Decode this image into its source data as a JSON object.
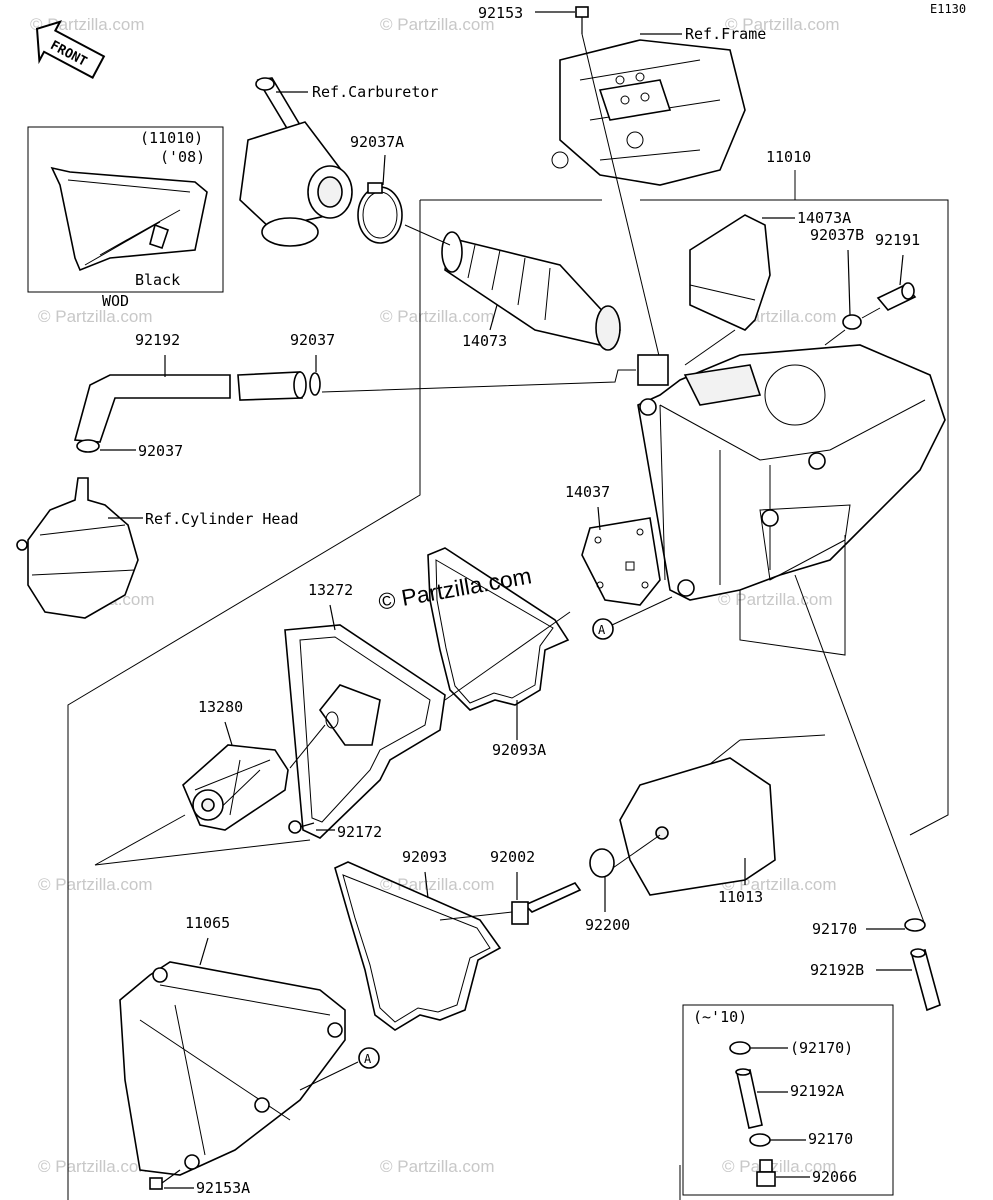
{
  "diagram_code": "E1130",
  "front_label": "FRONT",
  "watermark": "© Partzilla.com",
  "watermark_main": "© Partzilla.com",
  "callout_letter": "A",
  "labels": {
    "p92153": "92153",
    "ref_frame": "Ref.Frame",
    "ref_carburetor": "Ref.Carburetor",
    "p92037A": "92037A",
    "p11010": "11010",
    "p11010_inset": "(11010)",
    "year_08": "('08)",
    "black": "Black",
    "wod": "WOD",
    "p14073A": "14073A",
    "p92191": "92191",
    "p92037B": "92037B",
    "p14073": "14073",
    "p92192": "92192",
    "p92037_top": "92037",
    "p92037_bottom": "92037",
    "ref_cylinder_head": "Ref.Cylinder Head",
    "p14037": "14037",
    "p13272": "13272",
    "p13280": "13280",
    "p92093A": "92093A",
    "p92172": "92172",
    "p92093": "92093",
    "p92002": "92002",
    "p92200": "92200",
    "p11013": "11013",
    "p11065": "11065",
    "p92170": "92170",
    "p92192B": "92192B",
    "p92153A": "92153A",
    "inset_year": "(~'10)",
    "inset_92170a": "(92170)",
    "inset_92192A": "92192A",
    "inset_92170b": "92170",
    "inset_92066": "92066"
  }
}
